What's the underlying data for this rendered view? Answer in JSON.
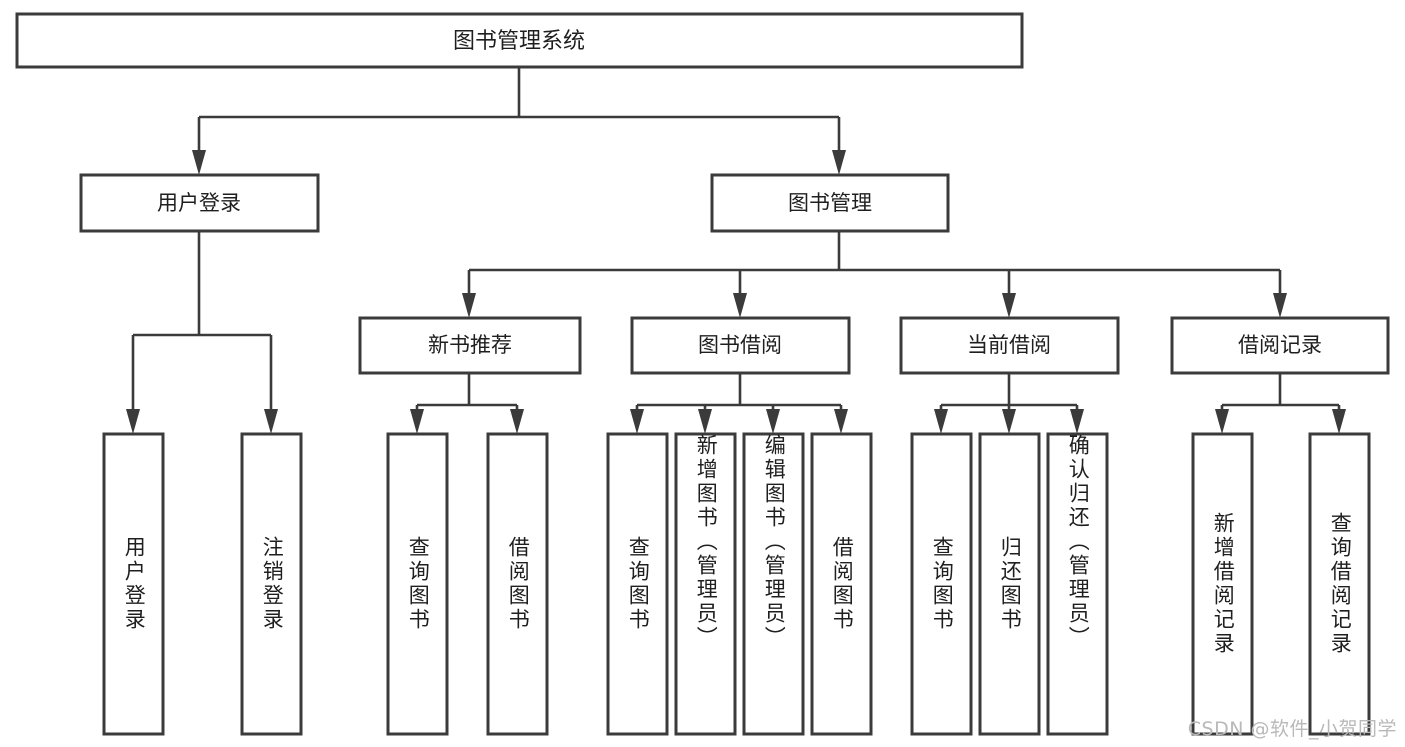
{
  "diagram": {
    "title": "图书管理系统",
    "type": "tree-hierarchy",
    "watermark": "CSDN @软件_小贺同学",
    "colors": {
      "background": "#ffffff",
      "box_fill": "#ffffff",
      "box_stroke": "#3b3b3b",
      "connector": "#3b3b3b",
      "text": "#1f1f1f",
      "watermark": "#b9b9b9"
    },
    "root": {
      "id": "root",
      "label": "图书管理系统"
    },
    "level1": [
      {
        "id": "user-login",
        "label": "用户登录"
      },
      {
        "id": "book-manage",
        "label": "图书管理"
      }
    ],
    "level2": [
      {
        "id": "new-book-recommend",
        "label": "新书推荐",
        "parent": "book-manage"
      },
      {
        "id": "book-borrow",
        "label": "图书借阅",
        "parent": "book-manage"
      },
      {
        "id": "current-borrow",
        "label": "当前借阅",
        "parent": "book-manage"
      },
      {
        "id": "borrow-record",
        "label": "借阅记录",
        "parent": "book-manage"
      }
    ],
    "leaves": {
      "user-login": [
        {
          "id": "leaf-user-login",
          "label": "用户登录"
        },
        {
          "id": "leaf-user-logout",
          "label": "注销登录"
        }
      ],
      "new-book-recommend": [
        {
          "id": "leaf-query-book-1",
          "label": "查询图书"
        },
        {
          "id": "leaf-borrow-book-1",
          "label": "借阅图书"
        }
      ],
      "book-borrow": [
        {
          "id": "leaf-query-book-2",
          "label": "查询图书"
        },
        {
          "id": "leaf-add-book",
          "label": "新增图书（管理员）"
        },
        {
          "id": "leaf-edit-book",
          "label": "编辑图书（管理员）"
        },
        {
          "id": "leaf-borrow-book-2",
          "label": "借阅图书"
        }
      ],
      "current-borrow": [
        {
          "id": "leaf-query-book-3",
          "label": "查询图书"
        },
        {
          "id": "leaf-return-book",
          "label": "归还图书"
        },
        {
          "id": "leaf-confirm-return",
          "label": "确认归还（管理员）"
        }
      ],
      "borrow-record": [
        {
          "id": "leaf-add-record",
          "label": "新增借阅记录"
        },
        {
          "id": "leaf-query-record",
          "label": "查询借阅记录"
        }
      ]
    }
  }
}
